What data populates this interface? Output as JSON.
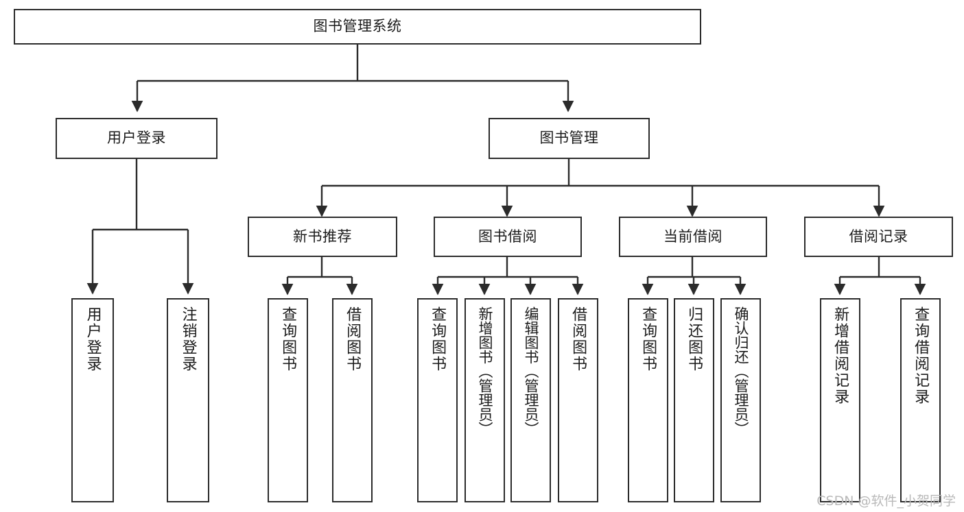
{
  "diagram": {
    "title": "图书管理系统",
    "type": "tree",
    "watermark": "CSDN @软件_小贺同学",
    "colors": {
      "stroke": "#2b2b2b",
      "fill": "#ffffff",
      "text": "#1b1b1b",
      "watermark": "#b9b9b9"
    },
    "root": {
      "label": "图书管理系统"
    },
    "level2": [
      {
        "label": "用户登录"
      },
      {
        "label": "图书管理"
      }
    ],
    "level3": [
      {
        "label": "新书推荐"
      },
      {
        "label": "图书借阅"
      },
      {
        "label": "当前借阅"
      },
      {
        "label": "借阅记录"
      }
    ],
    "leaves": {
      "user_login": [
        {
          "label": "用户登录"
        },
        {
          "label": "注销登录"
        }
      ],
      "new_book": [
        {
          "label": "查询图书"
        },
        {
          "label": "借阅图书"
        }
      ],
      "book_borrow": [
        {
          "label": "查询图书"
        },
        {
          "label": "新增图书（管理员）"
        },
        {
          "label": "编辑图书（管理员）"
        },
        {
          "label": "借阅图书"
        }
      ],
      "current_borrow": [
        {
          "label": "查询图书"
        },
        {
          "label": "归还图书"
        },
        {
          "label": "确认归还（管理员）"
        }
      ],
      "borrow_record": [
        {
          "label": "新增借阅记录"
        },
        {
          "label": "查询借阅记录"
        }
      ]
    }
  }
}
